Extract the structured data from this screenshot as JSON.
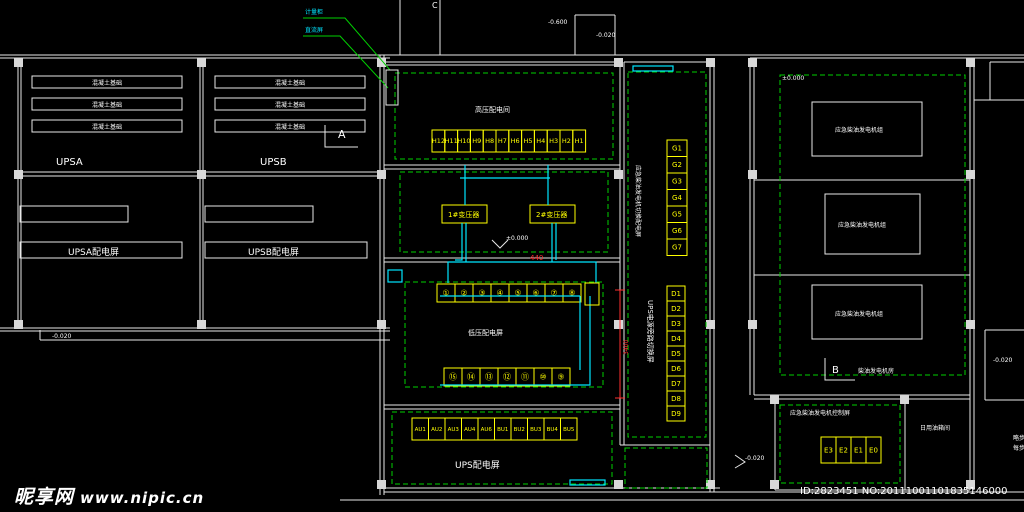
{
  "labels": {
    "meter_cabinet": "计量柜",
    "dc_screen": "直流屏",
    "hv_room": "高压配电间",
    "concrete_base": "混凝土基础",
    "upsa": "UPSA",
    "upsb": "UPSB",
    "upsa_panel": "UPSA配电屏",
    "upsb_panel": "UPSB配电屏",
    "axis_a": "A",
    "axis_b": "B",
    "transformer_1": "1#变压器",
    "transformer_2": "2#变压器",
    "lv_panel": "低压配电屏",
    "ups_panel": "UPS配电屏",
    "ups_bypass_panel": "UPS电源旁路切换屏",
    "gen_switch_panel": "应急柴油发电机切换配电屏",
    "gen_set": "应急柴油发电机组",
    "gen_room": "柴油发电机房",
    "gen_control": "应急柴油发电机控制屏",
    "oil_room": "日用油箱间",
    "gen_panel_E": "E3",
    "dim_3400": "3400",
    "dim_440": "440",
    "stray_right": "略步",
    "stray_right2": "每步"
  },
  "elevations": {
    "top_center": "-0.600",
    "top_right_small": "-0.020",
    "gen_room": "±0.000",
    "center": "±0.000",
    "left_bottom": "-0.020",
    "bottom_mid": "-0.020",
    "right_edge": "-0.020"
  },
  "hv_cabinets": [
    "H12",
    "H11",
    "H10",
    "H9",
    "H8",
    "H7",
    "H6",
    "H5",
    "H4",
    "H3",
    "H2",
    "H1"
  ],
  "g_panels": [
    "G1",
    "G2",
    "G3",
    "G4",
    "G5",
    "G6",
    "G7"
  ],
  "d_panels": [
    "D1",
    "D2",
    "D3",
    "D4",
    "D5",
    "D6",
    "D7",
    "D8",
    "D9"
  ],
  "lv_top": [
    "①",
    "②",
    "③",
    "④",
    "⑤",
    "⑥",
    "⑦",
    "⑧"
  ],
  "lv_bottom": [
    "⑮",
    "⑭",
    "⑬",
    "⑫",
    "⑪",
    "⑩",
    "⑨"
  ],
  "ups_cabinets": [
    "AU1",
    "AU2",
    "AU3",
    "AU4",
    "AU6",
    "BU1",
    "BU2",
    "BU3",
    "BU4",
    "BU5"
  ],
  "gen_control_panels": [
    "E3",
    "E2",
    "E1",
    "E0"
  ],
  "watermark": {
    "brand": "昵享网",
    "site": "www.nipic.cn"
  },
  "image_id": "ID:2823451 NO:20111001101835146000",
  "colors": {
    "background": "#000000",
    "wall": "#e8e8e8",
    "dashed_zone": "#00d000",
    "equipment": "#ffff00",
    "cable": "#00e5ff",
    "dimension": "#ff3030"
  }
}
